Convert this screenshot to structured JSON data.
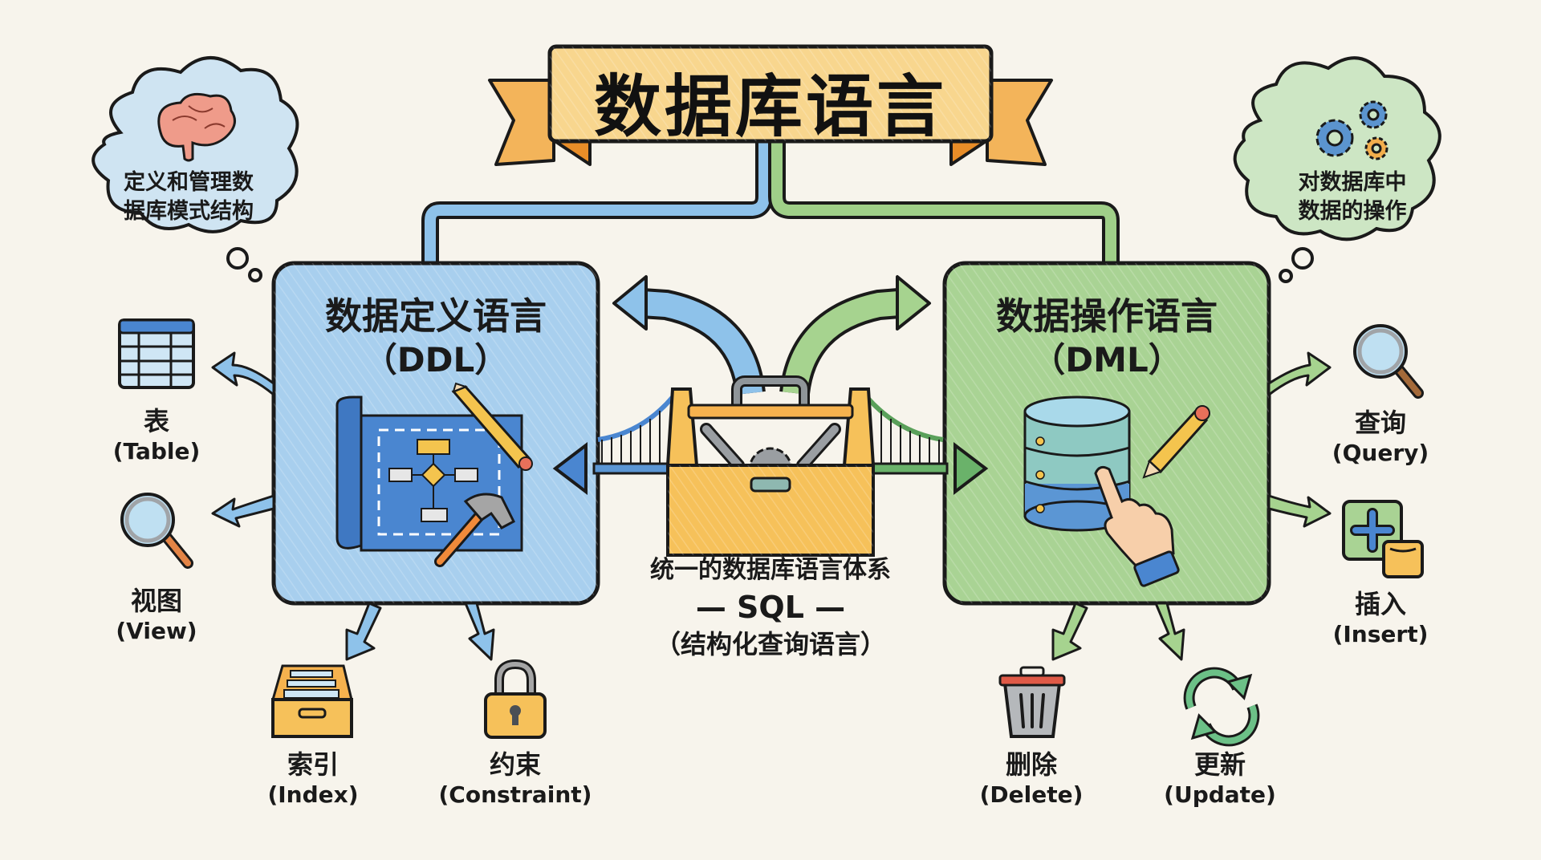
{
  "title": "数据库语言",
  "colors": {
    "background": "#f7f4ec",
    "banner": "#f8d68e",
    "banner_fold": "#f0a23c",
    "ddl_fill": "#a8cfee",
    "ddl_arrow": "#6aaee0",
    "dml_fill": "#a9d394",
    "dml_arrow": "#8cc577",
    "outline": "#1a1a1a",
    "toolbox": "#f6c15a"
  },
  "clouds": {
    "left": {
      "icon": "brain-icon",
      "lines": [
        "定义和管理数",
        "据库模式结构"
      ]
    },
    "right": {
      "icon": "gears-icon",
      "lines": [
        "对数据库中",
        "数据的操作"
      ]
    }
  },
  "ddl": {
    "title": "数据定义语言",
    "abbr": "（DDL）",
    "icon": "blueprint-icon",
    "items": [
      {
        "cn": "表",
        "en": "(Table)",
        "icon": "table-icon"
      },
      {
        "cn": "视图",
        "en": "(View)",
        "icon": "magnifier-icon"
      },
      {
        "cn": "索引",
        "en": "(Index)",
        "icon": "index-drawer-icon"
      },
      {
        "cn": "约束",
        "en": "(Constraint)",
        "icon": "lock-icon"
      }
    ]
  },
  "dml": {
    "title": "数据操作语言",
    "abbr": "（DML）",
    "icon": "database-icon",
    "items": [
      {
        "cn": "查询",
        "en": "(Query)",
        "icon": "magnifier-icon"
      },
      {
        "cn": "插入",
        "en": "(Insert)",
        "icon": "insert-plus-icon"
      },
      {
        "cn": "删除",
        "en": "(Delete)",
        "icon": "trash-icon"
      },
      {
        "cn": "更新",
        "en": "(Update)",
        "icon": "refresh-icon"
      }
    ]
  },
  "sql": {
    "icon": "toolbox-icon",
    "line1": "统一的数据库语言体系",
    "line2": "— SQL —",
    "line3": "（结构化查询语言）"
  }
}
